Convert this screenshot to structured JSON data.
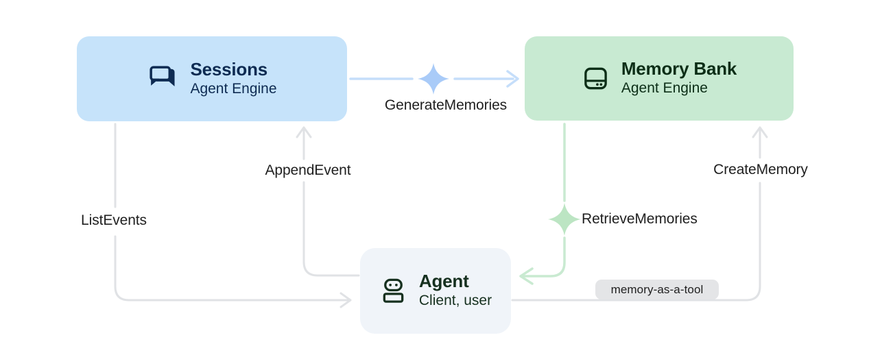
{
  "diagram": {
    "nodes": {
      "sessions": {
        "title": "Sessions",
        "subtitle": "Agent Engine",
        "icon": "chat-bubbles-icon",
        "bg": "#C6E3FA",
        "text_color": "#0E2B52"
      },
      "memory_bank": {
        "title": "Memory Bank",
        "subtitle": "Agent Engine",
        "icon": "storage-drive-icon",
        "bg": "#C8EAD2",
        "text_color": "#0C2E17"
      },
      "agent": {
        "title": "Agent",
        "subtitle": "Client, user",
        "icon": "robot-icon",
        "bg": "#F0F4F9",
        "text_color": "#16301F"
      }
    },
    "edges": {
      "generate_memories": {
        "label": "GenerateMemories",
        "from": "sessions",
        "to": "memory_bank",
        "color": "#C5DEFA",
        "sparkle": true,
        "sparkle_color": "#A9CBF8"
      },
      "append_event": {
        "label": "AppendEvent",
        "from": "agent",
        "to": "sessions",
        "color": "#E0E2E5",
        "sparkle": false
      },
      "list_events": {
        "label": "ListEvents",
        "from": "sessions",
        "to": "agent",
        "color": "#E0E2E5",
        "sparkle": false
      },
      "retrieve_memories": {
        "label": "RetrieveMemories",
        "from": "memory_bank",
        "to": "agent",
        "color": "#C9EAD1",
        "sparkle": true,
        "sparkle_color": "#BCE5C3"
      },
      "create_memory": {
        "label": "CreateMemory",
        "from": "agent",
        "to": "memory_bank",
        "color": "#E0E2E5",
        "sparkle": false
      }
    },
    "badge": {
      "label": "memory-as-a-tool",
      "bg": "#E4E5E7"
    },
    "colors": {
      "background": "#FFFFFF",
      "label_text": "#1F1F1F"
    }
  }
}
